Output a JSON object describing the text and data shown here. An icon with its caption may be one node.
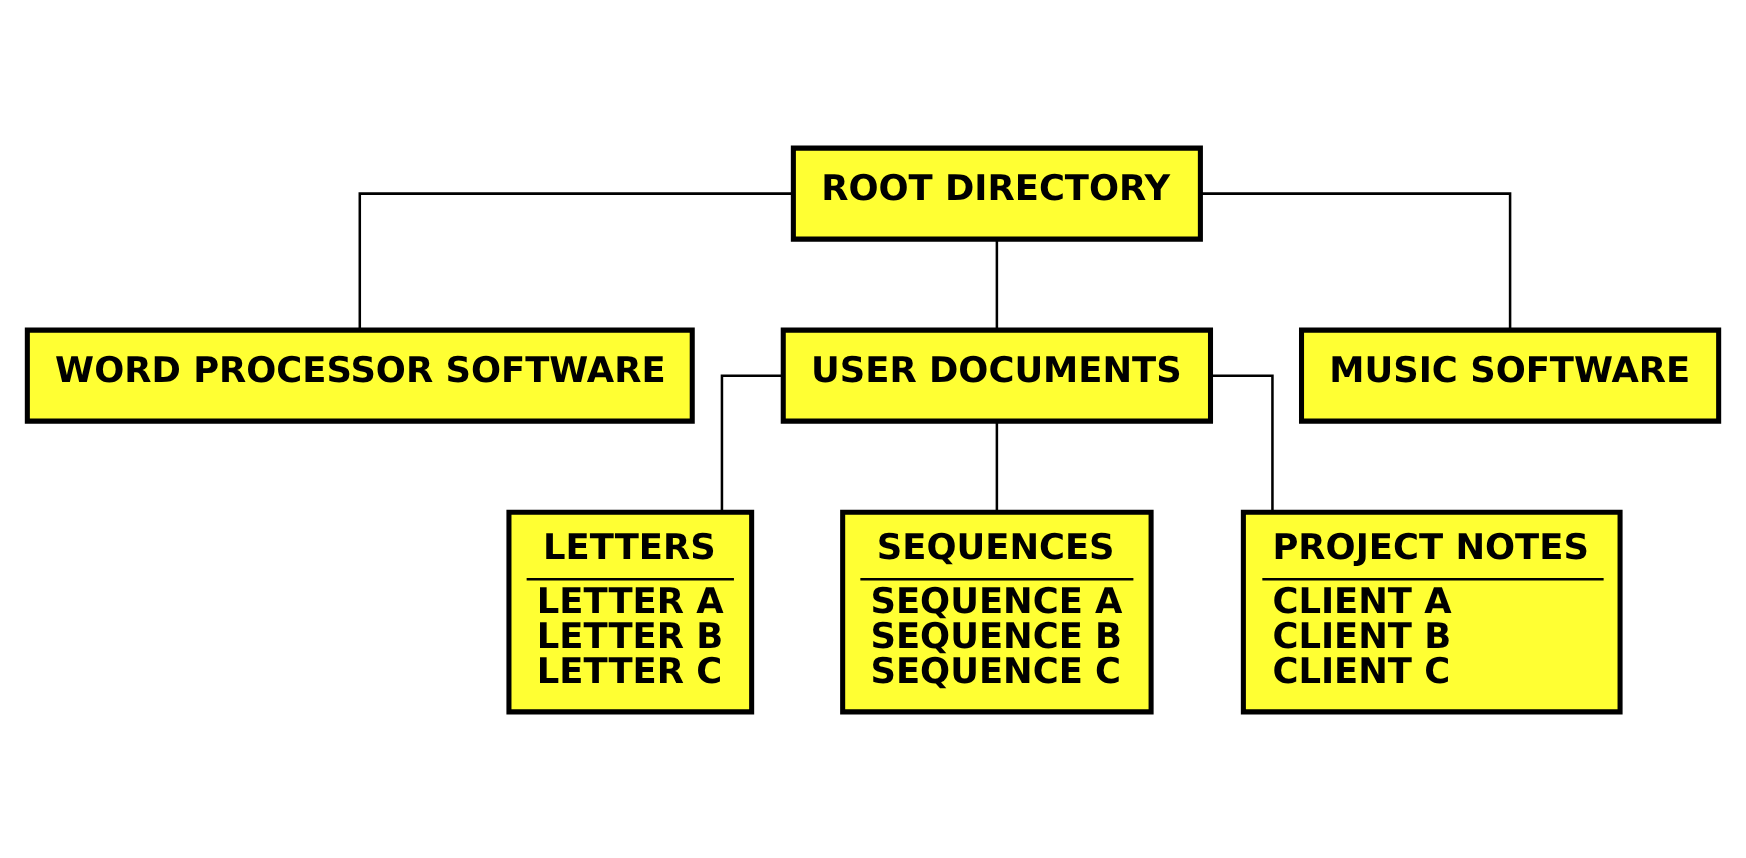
{
  "diagram": {
    "nodes": [
      {
        "text": [
          "ROOT DIRECTORY"
        ]
      },
      {
        "text": [
          "WORD PROCESSOR SOFTWARE"
        ]
      },
      {
        "text": [
          "USER DOCUMENTS"
        ]
      },
      {
        "text": [
          "MUSIC SOFTWARE"
        ]
      },
      {
        "text": [
          "LETTERS",
          "LETTER A",
          "LETTER B",
          "LETTER C"
        ]
      },
      {
        "text": [
          "SEQUENCES",
          "SEQUENCE A",
          "SEQUENCE B",
          "SEQUENCE C"
        ]
      },
      {
        "text": [
          "PROJECT NOTES",
          "CLIENT A",
          "CLIENT B",
          "CLIENT C"
        ]
      }
    ],
    "edges": [
      {
        "from": 0,
        "to": 1,
        "arrow": "none"
      },
      {
        "from": 0,
        "to": 2,
        "arrow": "none"
      },
      {
        "from": 0,
        "to": 3,
        "arrow": "none"
      },
      {
        "from": 2,
        "to": 4,
        "arrow": "none"
      },
      {
        "from": 2,
        "to": 5,
        "arrow": "none"
      },
      {
        "from": 2,
        "to": 6,
        "arrow": "none"
      }
    ]
  }
}
